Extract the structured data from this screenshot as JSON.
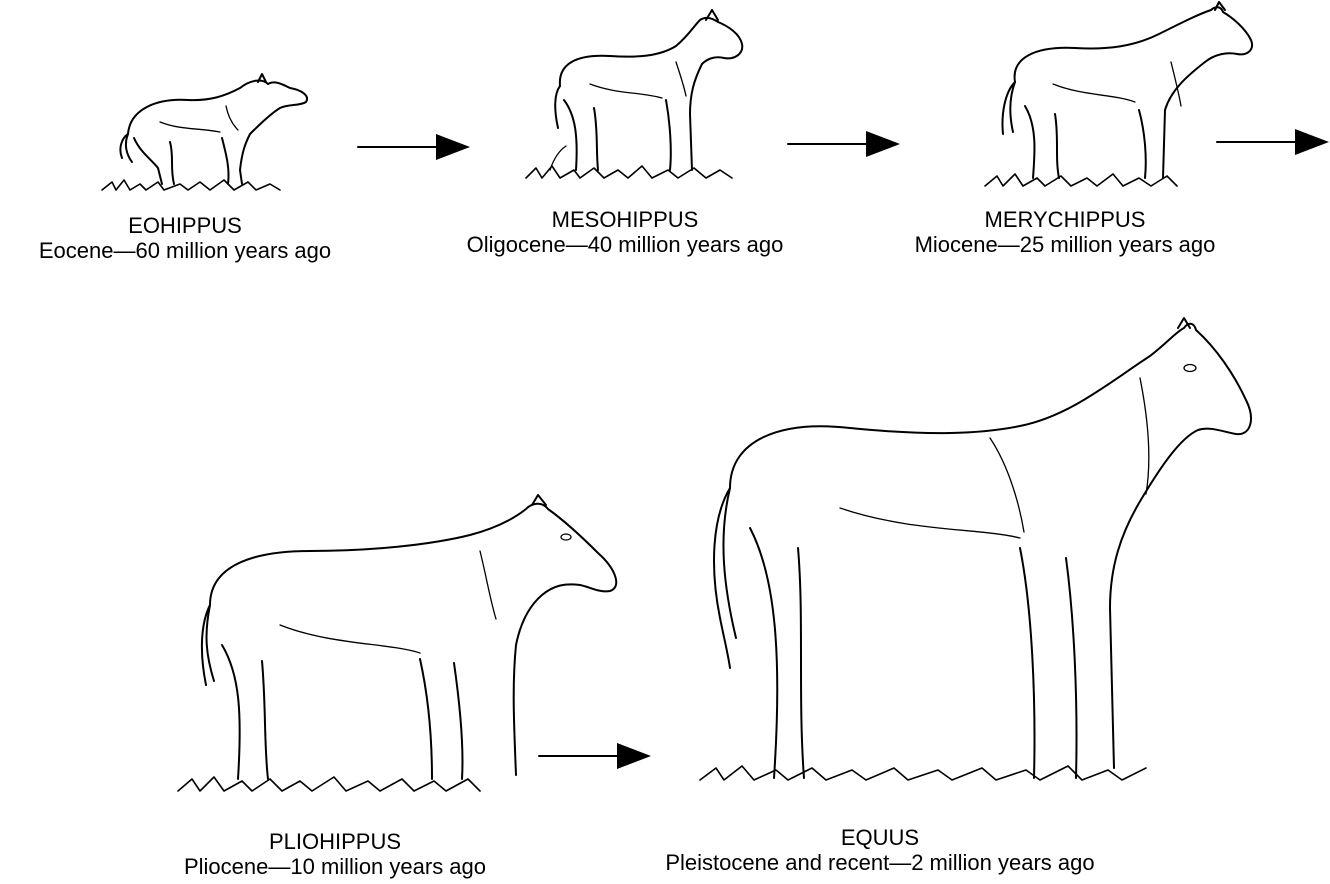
{
  "figure": {
    "stages": [
      {
        "name": "EOHIPPUS",
        "era": "Eocene—60 million years ago"
      },
      {
        "name": "MESOHIPPUS",
        "era": "Oligocene—40 million years ago"
      },
      {
        "name": "MERYCHIPPUS",
        "era": "Miocene—25 million years ago"
      },
      {
        "name": "PLIOHIPPUS",
        "era": "Pliocene—10 million years ago"
      },
      {
        "name": "EQUUS",
        "era": "Pleistocene and recent—2 million years ago"
      }
    ],
    "arrow_color": "#000000",
    "line_color": "#000000",
    "background": "#ffffff"
  }
}
